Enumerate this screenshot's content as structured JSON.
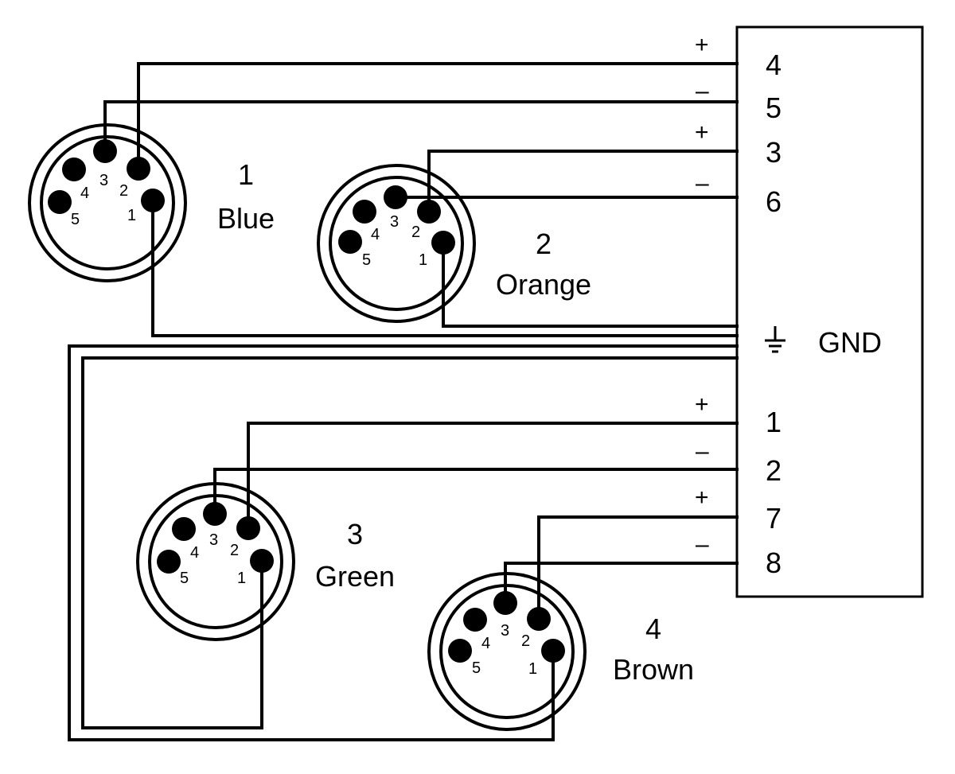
{
  "connectors": [
    {
      "number": "1",
      "color": "Blue",
      "pins": [
        "1",
        "2",
        "3",
        "4",
        "5"
      ]
    },
    {
      "number": "2",
      "color": "Orange",
      "pins": [
        "1",
        "2",
        "3",
        "4",
        "5"
      ]
    },
    {
      "number": "3",
      "color": "Green",
      "pins": [
        "1",
        "2",
        "3",
        "4",
        "5"
      ]
    },
    {
      "number": "4",
      "color": "Brown",
      "pins": [
        "1",
        "2",
        "3",
        "4",
        "5"
      ]
    }
  ],
  "terminal_block": {
    "terminals": [
      {
        "number": "4",
        "polarity": "+"
      },
      {
        "number": "5",
        "polarity": "–"
      },
      {
        "number": "3",
        "polarity": "+"
      },
      {
        "number": "6",
        "polarity": "–"
      },
      {
        "number": "1",
        "polarity": "+"
      },
      {
        "number": "2",
        "polarity": "–"
      },
      {
        "number": "7",
        "polarity": "+"
      },
      {
        "number": "8",
        "polarity": "–"
      }
    ],
    "ground_label": "GND",
    "ground_icon": "ground-icon"
  }
}
